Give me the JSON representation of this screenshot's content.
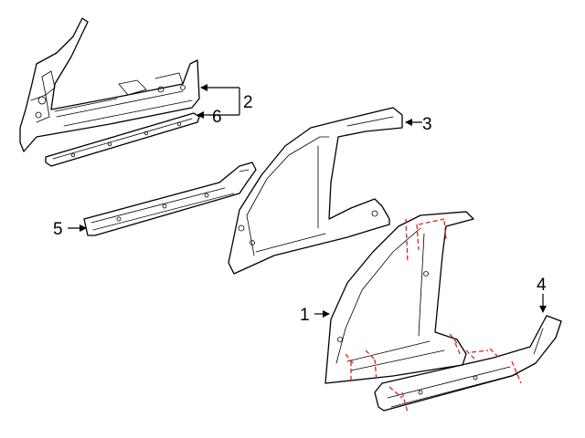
{
  "callouts": [
    {
      "id": "1",
      "text": "1"
    },
    {
      "id": "2",
      "text": "2"
    },
    {
      "id": "3",
      "text": "3"
    },
    {
      "id": "4",
      "text": "4"
    },
    {
      "id": "5",
      "text": "5"
    },
    {
      "id": "6",
      "text": "6"
    }
  ],
  "colors": {
    "line": "#000000",
    "cut_line": "#e0201e",
    "background": "#ffffff"
  }
}
